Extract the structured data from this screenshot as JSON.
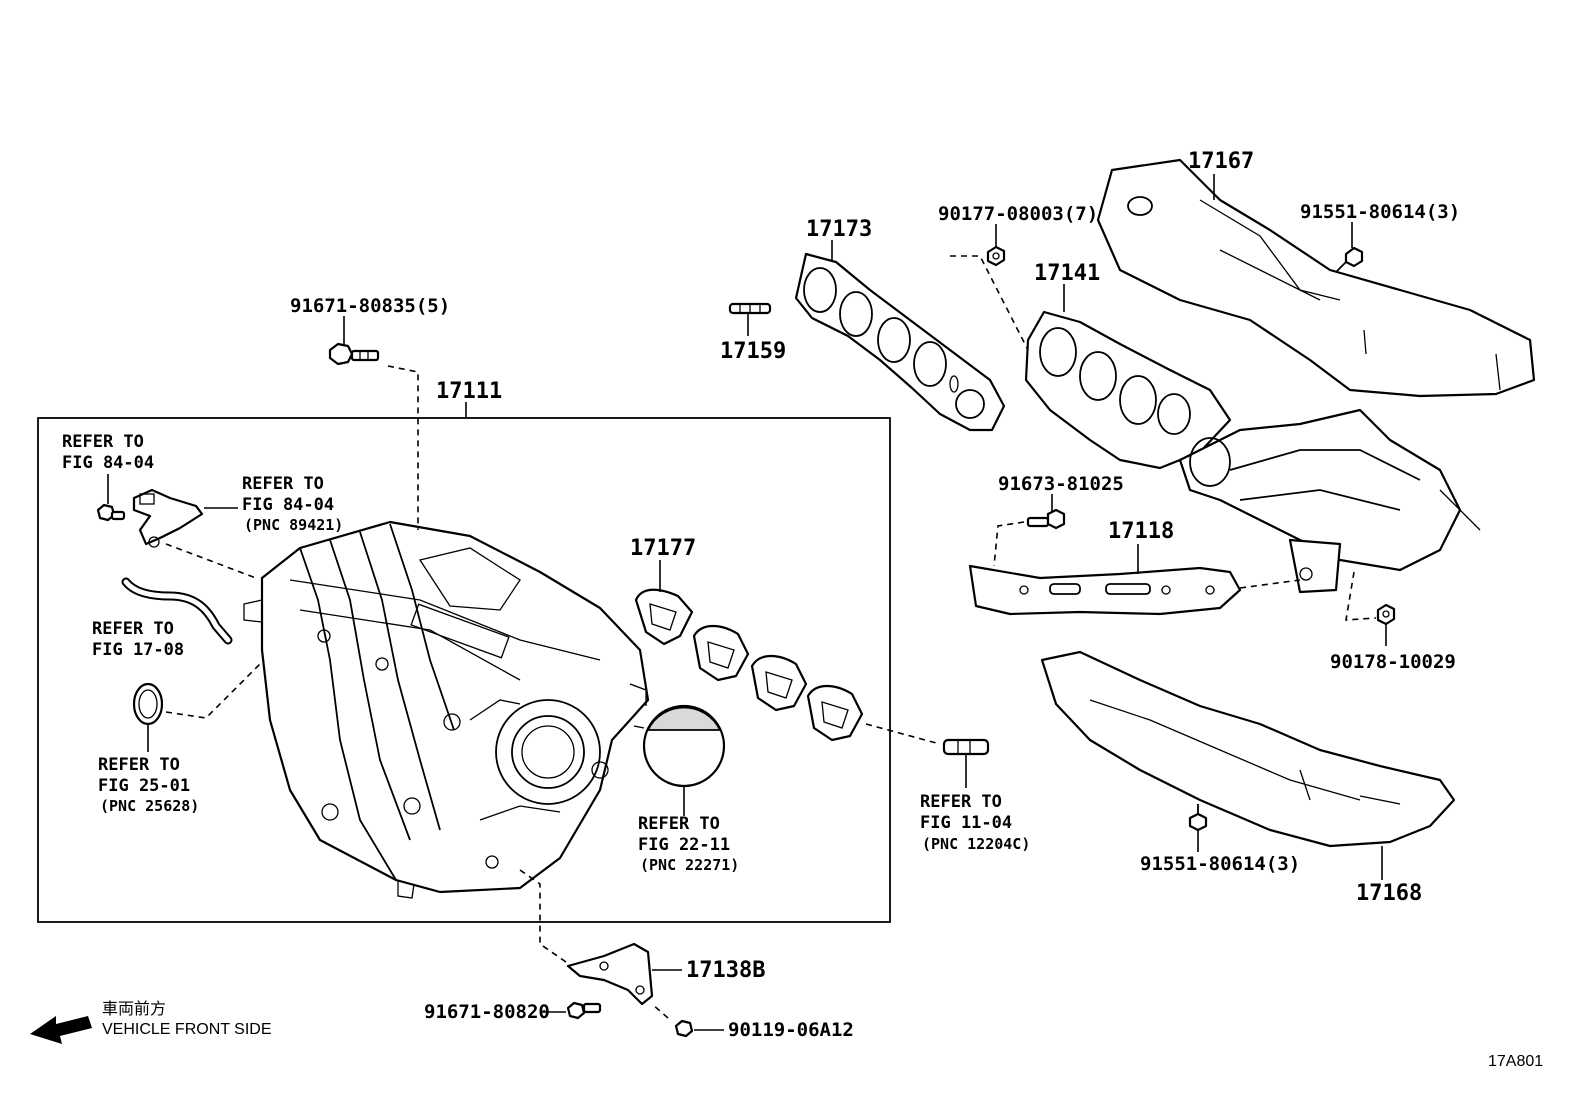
{
  "diagram_code": "17A801",
  "direction": {
    "label_jp": "車両前方",
    "label_en": "VEHICLE FRONT SIDE"
  },
  "group_box_label": "17111",
  "parts": {
    "p17167": "17167",
    "p17173": "17173",
    "p17141": "17141",
    "p17159": "17159",
    "p17177": "17177",
    "p17118": "17118",
    "p17168": "17168",
    "p17138B": "17138B",
    "p90177": "90177-08003(7)",
    "p91551a": "91551-80614(3)",
    "p91551b": "91551-80614(3)",
    "p91671a": "91671-80835(5)",
    "p91671b": "91671-80820",
    "p91673": "91673-81025",
    "p90178": "90178-10029",
    "p90119": "90119-06A12"
  },
  "references": {
    "r1": {
      "l1": "REFER TO",
      "l2": "FIG 84-04"
    },
    "r2": {
      "l1": "REFER TO",
      "l2": "FIG 84-04",
      "pnc": "(PNC 89421)"
    },
    "r3": {
      "l1": "REFER TO",
      "l2": "FIG 17-08"
    },
    "r4": {
      "l1": "REFER TO",
      "l2": "FIG 25-01",
      "pnc": "(PNC 25628)"
    },
    "r5": {
      "l1": "REFER TO",
      "l2": "FIG 22-11",
      "pnc": "(PNC 22271)"
    },
    "r6": {
      "l1": "REFER TO",
      "l2": "FIG 11-04",
      "pnc": "(PNC 12204C)"
    }
  }
}
